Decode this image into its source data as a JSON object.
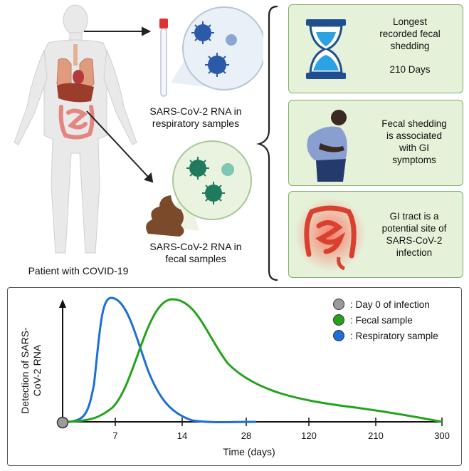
{
  "top": {
    "respiratory_caption": [
      "SARS-CoV-2 RNA in",
      "respiratory samples"
    ],
    "fecal_caption": [
      "SARS-CoV-2 RNA in",
      "fecal samples"
    ],
    "patient_caption": "Patient with COVID-19"
  },
  "boxes": [
    {
      "lines": [
        "Longest",
        "recorded fecal",
        "shedding"
      ],
      "extra": "210 Days",
      "icon": "hourglass-icon"
    },
    {
      "lines": [
        "Fecal shedding",
        "is associated",
        "with GI",
        "symptoms"
      ],
      "icon": "abdominal-pain-person-icon"
    },
    {
      "lines": [
        "GI tract is a",
        "potential site of",
        "SARS-CoV-2",
        "infection"
      ],
      "icon": "inflamed-intestine-icon"
    }
  ],
  "colors": {
    "fecal": "#22a31a",
    "respiratory": "#1c6fd6",
    "day0": "#9a9a9a",
    "box_fill": "#e6f1d9",
    "box_border": "#7fb26a"
  },
  "chart_data": {
    "type": "line",
    "xlabel": "Time (days)",
    "ylabel": "Detection of SARS-CoV-2 RNA",
    "x_ticks": [
      "7",
      "14",
      "28",
      "120",
      "210",
      "300"
    ],
    "legend": [
      {
        "label": ": Day 0 of infection",
        "color": "#9a9a9a"
      },
      {
        "label": ": Fecal sample",
        "color": "#22a31a"
      },
      {
        "label": ": Respiratory sample",
        "color": "#1c6fd6"
      }
    ],
    "series": [
      {
        "name": "Respiratory sample",
        "peak_tick": "7"
      },
      {
        "name": "Fecal sample",
        "peak_tick": "14"
      }
    ]
  }
}
